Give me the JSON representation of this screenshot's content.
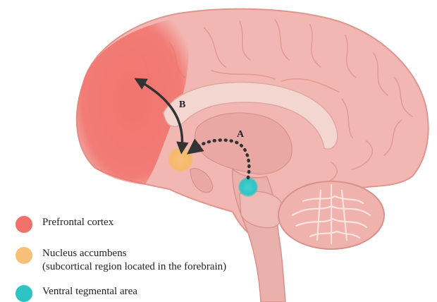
{
  "diagram": {
    "arrows": [
      {
        "id": "A",
        "label": "A",
        "from": "Ventral tegmental area",
        "to": "Nucleus accumbens",
        "style": "dotted"
      },
      {
        "id": "B",
        "label": "B",
        "from": "Nucleus accumbens",
        "to": "Prefrontal cortex",
        "style": "solid",
        "bidirectional": true
      }
    ],
    "legend": [
      {
        "label": "Prefrontal cortex",
        "color": "#f0706a"
      },
      {
        "label": "Nucleus accumbens",
        "sublabel": "(subcortical region located in the forebrain)",
        "color": "#f7c078"
      },
      {
        "label": "Ventral tegmental area",
        "color": "#2fc4c4"
      }
    ]
  },
  "colors": {
    "brain": "#f2b7b2",
    "brain_outline": "#e0958f",
    "inner_structures": "#e9a8a4",
    "arrow": "#333333"
  }
}
